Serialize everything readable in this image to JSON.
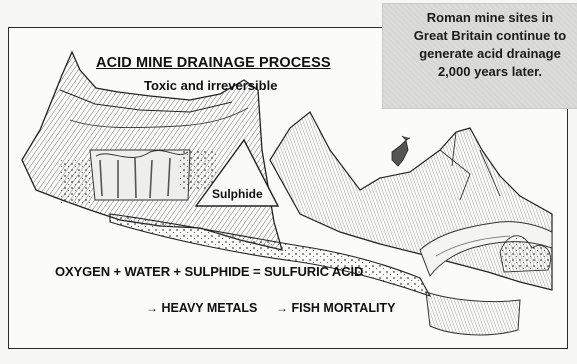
{
  "diagram": {
    "title": "ACID MINE DRAINAGE PROCESS",
    "subtitle": "Toxic and irreversible",
    "callout_lines": [
      "Roman mine sites in",
      "Great Britain continue to",
      "generate acid drainage",
      "2,000 years later."
    ],
    "sulphide_label": "Sulphide",
    "equation": "OXYGEN + WATER + SULPHIDE = SULFURIC ACID",
    "effects": [
      "HEAVY METALS",
      "FISH MORTALITY"
    ],
    "arrow_glyph": "→"
  }
}
